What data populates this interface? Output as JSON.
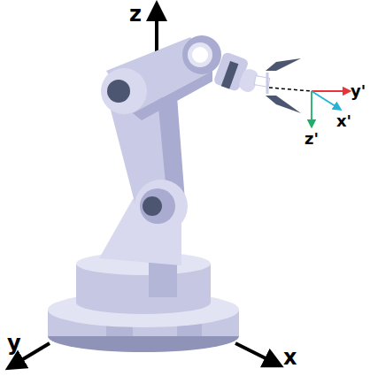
{
  "diagram": {
    "labels": [
      "z",
      "y",
      "x",
      "y'",
      "x'",
      "z'"
    ]
  }
}
